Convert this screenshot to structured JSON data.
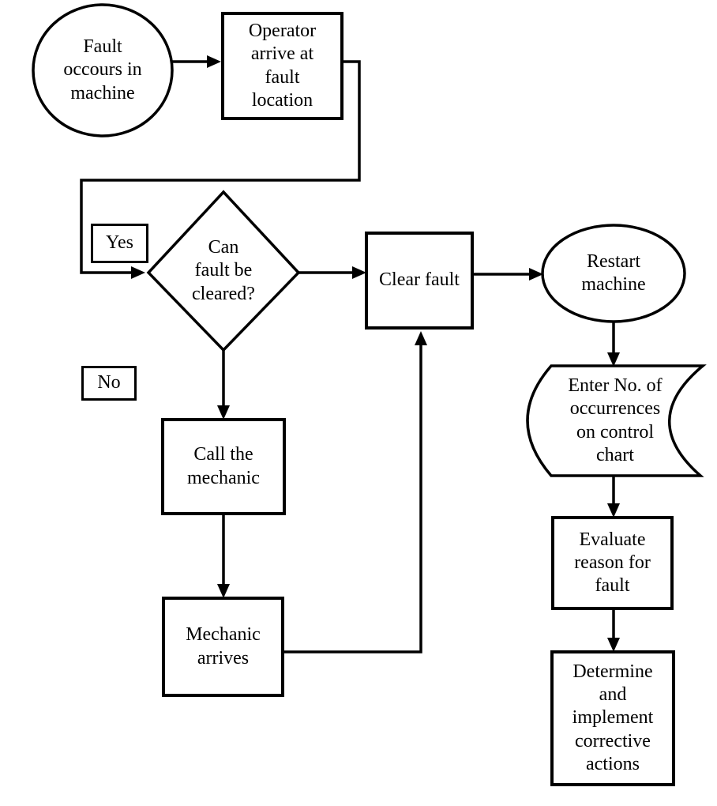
{
  "diagram": {
    "type": "flowchart",
    "background_color": "#ffffff",
    "line_color": "#000000",
    "nodes": {
      "fault": {
        "shape": "ellipse",
        "label": "Fault\noccours in\nmachine"
      },
      "operator": {
        "shape": "process",
        "label": "Operator\narrive at\nfault\nlocation"
      },
      "decision": {
        "shape": "decision",
        "label": "Can\nfault be\ncleared?"
      },
      "clear_fault": {
        "shape": "process",
        "label": "Clear fault"
      },
      "restart": {
        "shape": "ellipse",
        "label": "Restart\nmachine"
      },
      "control_chart": {
        "shape": "stored-data",
        "label": "Enter No. of\noccurrences\non control\nchart"
      },
      "evaluate": {
        "shape": "process",
        "label": "Evaluate\nreason for\nfault"
      },
      "corrective": {
        "shape": "process",
        "label": "Determine\nand\nimplement\ncorrective\nactions"
      },
      "call_mechanic": {
        "shape": "process",
        "label": "Call the\nmechanic"
      },
      "mechanic_arrives": {
        "shape": "process",
        "label": "Mechanic\narrives"
      }
    },
    "branch_labels": {
      "yes": "Yes",
      "no": "No"
    },
    "edges": [
      {
        "from": "fault",
        "to": "operator"
      },
      {
        "from": "operator",
        "to": "decision"
      },
      {
        "from": "decision",
        "to": "clear_fault",
        "branch": "yes"
      },
      {
        "from": "decision",
        "to": "call_mechanic",
        "branch": "no"
      },
      {
        "from": "clear_fault",
        "to": "restart"
      },
      {
        "from": "restart",
        "to": "control_chart"
      },
      {
        "from": "control_chart",
        "to": "evaluate"
      },
      {
        "from": "evaluate",
        "to": "corrective"
      },
      {
        "from": "call_mechanic",
        "to": "mechanic_arrives"
      },
      {
        "from": "mechanic_arrives",
        "to": "clear_fault"
      }
    ]
  }
}
